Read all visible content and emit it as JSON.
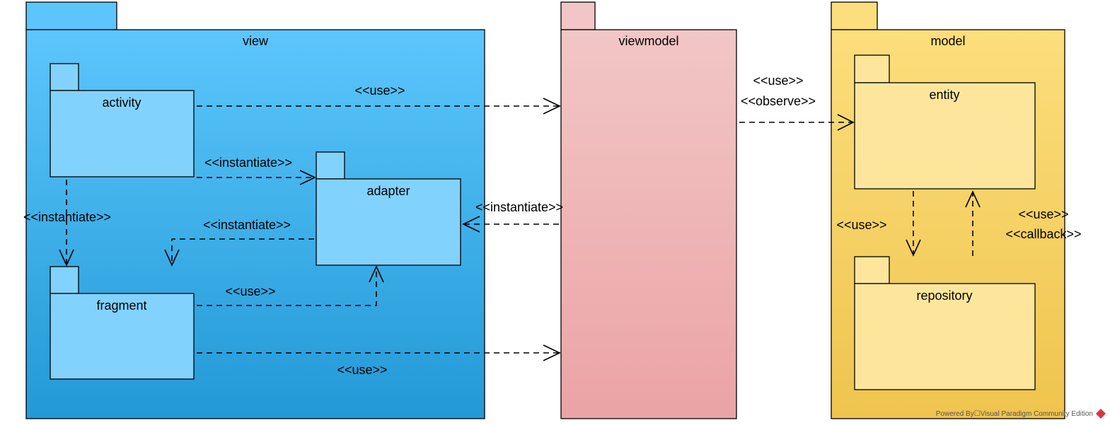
{
  "packages": {
    "view": {
      "label": "view"
    },
    "viewmodel": {
      "label": "viewmodel"
    },
    "model": {
      "label": "model"
    },
    "activity": {
      "label": "activity"
    },
    "adapter": {
      "label": "adapter"
    },
    "fragment": {
      "label": "fragment"
    },
    "entity": {
      "label": "entity"
    },
    "repository": {
      "label": "repository"
    }
  },
  "relations": {
    "activity_viewmodel": {
      "label": "<<use>>"
    },
    "activity_adapter": {
      "label": "<<instantiate>>"
    },
    "activity_fragment": {
      "label": "<<instantiate>>"
    },
    "adapter_fragment": {
      "label": "<<instantiate>>"
    },
    "fragment_adapter": {
      "label": "<<use>>"
    },
    "fragment_viewmodel": {
      "label": "<<use>>"
    },
    "viewmodel_adapter": {
      "label": "<<instantiate>>"
    },
    "viewmodel_entity": {
      "labels": [
        "<<use>>",
        "<<observe>>"
      ]
    },
    "entity_repository": {
      "label": "<<use>>"
    },
    "repository_entity": {
      "labels": [
        "<<use>>",
        "<<callback>>"
      ]
    }
  },
  "footer": {
    "text": "Powered By☐Visual Paradigm Community Edition"
  },
  "colors": {
    "view_top": "#5cc6fc",
    "view_bottom": "#2299d6",
    "view_inner": "#82d2fe",
    "viewmodel_top": "#f2c6c6",
    "viewmodel_bottom": "#eba3a5",
    "model_top": "#fcde7c",
    "model_bottom": "#efc44e",
    "model_inner": "#fde69c"
  }
}
